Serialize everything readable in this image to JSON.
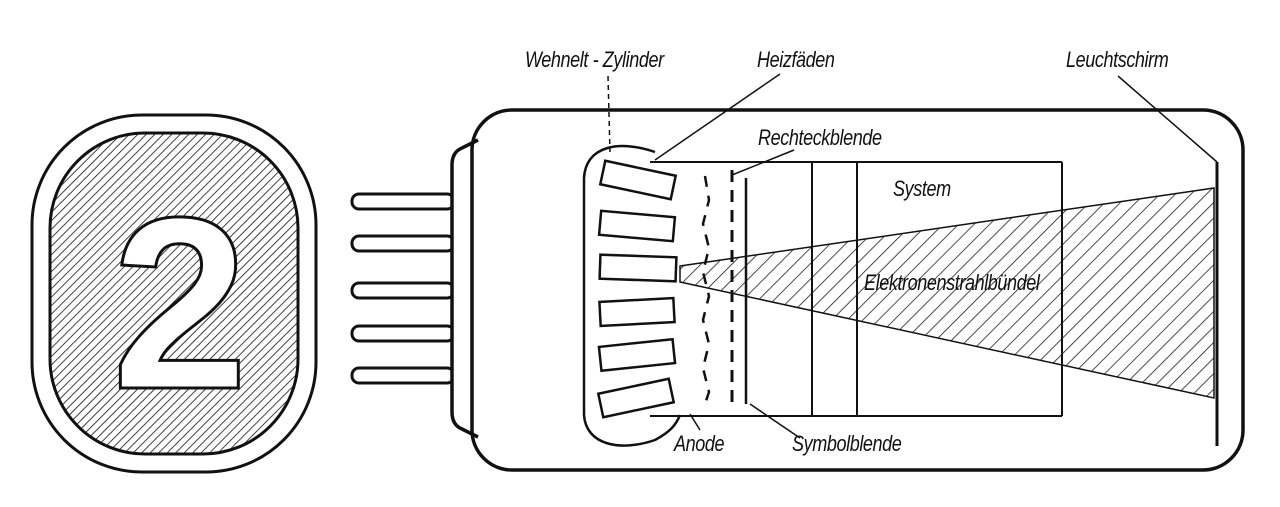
{
  "display_digit": "2",
  "labels": {
    "wehnelt": "Wehnelt - Zylinder",
    "heizfaeden": "Heizfäden",
    "leuchtschirm": "Leuchtschirm",
    "rechteckblende": "Rechteckblende",
    "system": "System",
    "elektronenstrahl": "Elektronenstrahlbündel",
    "anode": "Anode",
    "symbolblende": "Symbolblende"
  },
  "colors": {
    "ink": "#111111",
    "paper": "#ffffff"
  }
}
